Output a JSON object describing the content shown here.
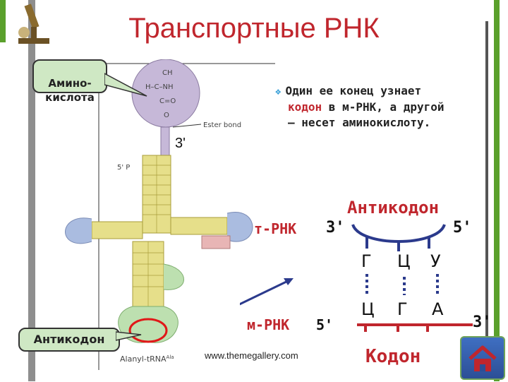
{
  "title": "Транспортные РНК",
  "callouts": {
    "amino_acid": "Амино-\nкислота",
    "anticodon": "Антикодон"
  },
  "bullet": {
    "prefix": "Один ее конец узнает",
    "codon_word": "кодон",
    "rest_line1": " в м-РНК, а другой",
    "line3": "– несет аминокислоту."
  },
  "trna_figure": {
    "three_prime": "3'",
    "five_prime": "5' P",
    "ester_bond": "Ester bond",
    "caption": "Alanyl-tRNA",
    "caption_sup": "Ala",
    "amino_group": [
      "CH",
      "H–C–NH",
      "C=O",
      "O"
    ]
  },
  "pairing": {
    "anticodon_label": "Антикодон",
    "trna_label": "т-РНК",
    "trna_end_left": "3'",
    "trna_end_right": "5'",
    "anticodon_bases": [
      "Г",
      "Ц",
      "У"
    ],
    "codon_bases": [
      "Ц",
      "Г",
      "А"
    ],
    "mrna_label": "м-РНК",
    "mrna_end_left": "5'",
    "mrna_end_right": "3'",
    "codon_label": "Кодон"
  },
  "footer_url": "www.themegallery.com",
  "colors": {
    "title": "#c0262d",
    "accent_red": "#c0262d",
    "bracket_blue": "#2b3a8c",
    "callout_fill": "#cfe8c4",
    "side_bar": "#5aa02c",
    "amino_circle": "#c6b8d8",
    "stem_yellow": "#e6df8a",
    "loop_blue": "#aabce0",
    "loop_green": "#bde0b0",
    "loop_pink": "#e8b5b5"
  },
  "icons": [
    "home-icon",
    "microscope-icon",
    "bullet-arrow-icon"
  ]
}
